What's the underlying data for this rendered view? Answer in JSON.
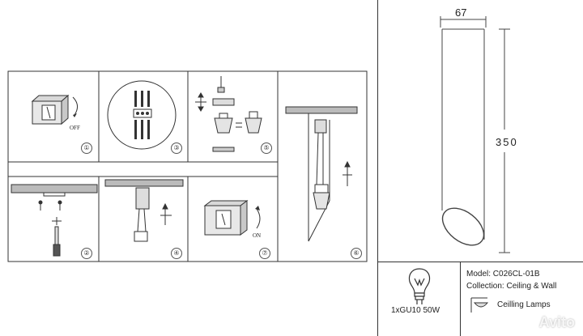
{
  "dimensions": {
    "width_label": "67",
    "height_label": "350"
  },
  "steps": {
    "s1": {
      "num": "①",
      "label": "OFF"
    },
    "s2": {
      "num": "②"
    },
    "s3": {
      "num": "③"
    },
    "s4": {
      "num": "④"
    },
    "s5": {
      "num": "⑤"
    },
    "s6": {
      "num": "⑥"
    },
    "s7": {
      "num": "⑦",
      "label": "ON"
    }
  },
  "info": {
    "model": "Model: C026CL-01B",
    "collection": "Collection: Ceiling & Wall",
    "lamp_spec": "1xGU10 50W",
    "type": "Ceilling Lamps"
  },
  "watermark": "Avito",
  "colors": {
    "line": "#333333",
    "background": "#ffffff"
  }
}
